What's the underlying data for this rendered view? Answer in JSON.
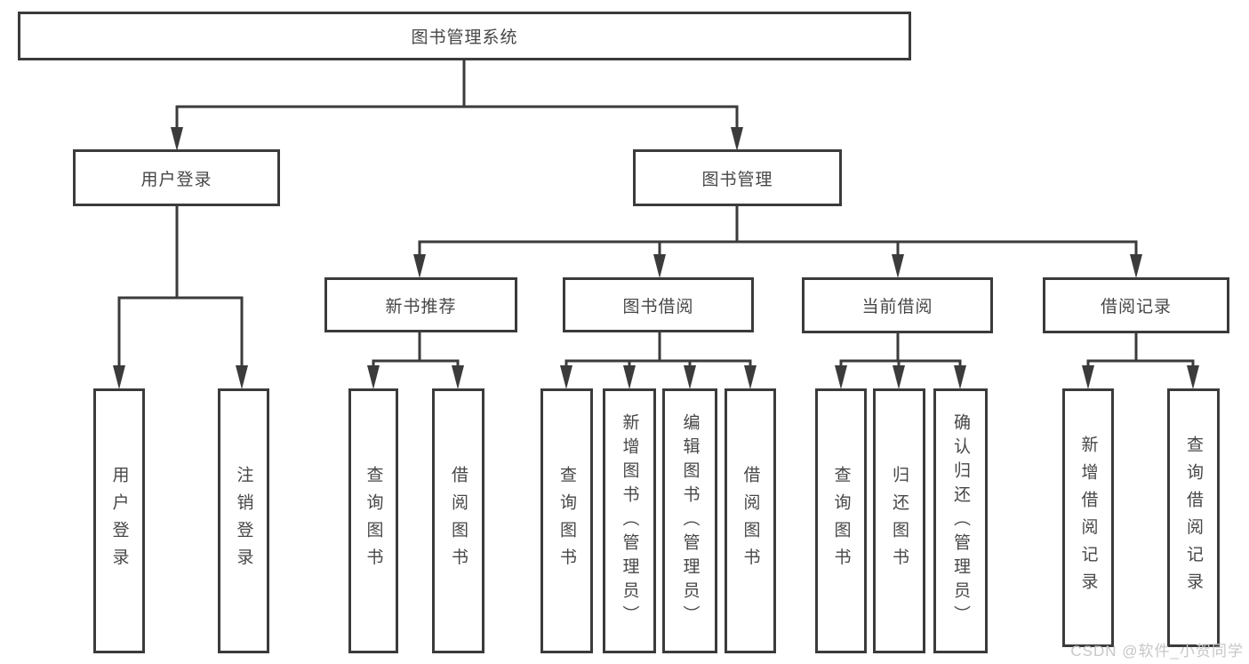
{
  "diagram": {
    "title": "图书管理系统",
    "branches": [
      {
        "label": "用户登录",
        "leaves": [
          "用户登录",
          "注销登录"
        ]
      },
      {
        "label": "图书管理",
        "groups": [
          {
            "label": "新书推荐",
            "leaves": [
              "查询图书",
              "借阅图书"
            ]
          },
          {
            "label": "图书借阅",
            "leaves": [
              "查询图书",
              "新增图书（管理员）",
              "编辑图书（管理员）",
              "借阅图书"
            ]
          },
          {
            "label": "当前借阅",
            "leaves": [
              "查询图书",
              "归还图书",
              "确认归还（管理员）"
            ]
          },
          {
            "label": "借阅记录",
            "leaves": [
              "新增借阅记录",
              "查询借阅记录"
            ]
          }
        ]
      }
    ]
  },
  "watermark": {
    "text": "CSDN @软件_小贺同学"
  },
  "colors": {
    "line": "#3b3b3b",
    "text": "#474747",
    "watermark": "#c7c7c7",
    "background": "#ffffff"
  }
}
